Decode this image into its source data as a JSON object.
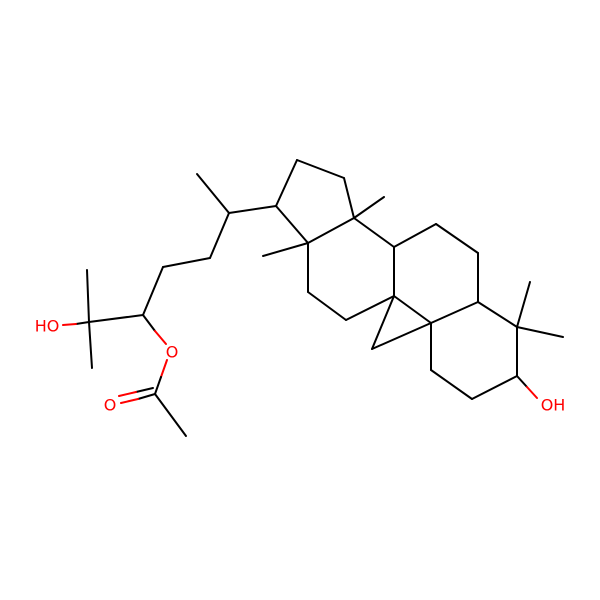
{
  "molecule": {
    "colors": {
      "bond": "#000000",
      "oxygen": "#ff0000"
    },
    "atoms": {
      "oh_left": {
        "label": "HO",
        "element": "O"
      },
      "o_ester": {
        "label": "O",
        "element": "O"
      },
      "o_carbonyl": {
        "label": "O",
        "element": "O"
      },
      "oh_right": {
        "label": "OH",
        "element": "O"
      }
    }
  }
}
